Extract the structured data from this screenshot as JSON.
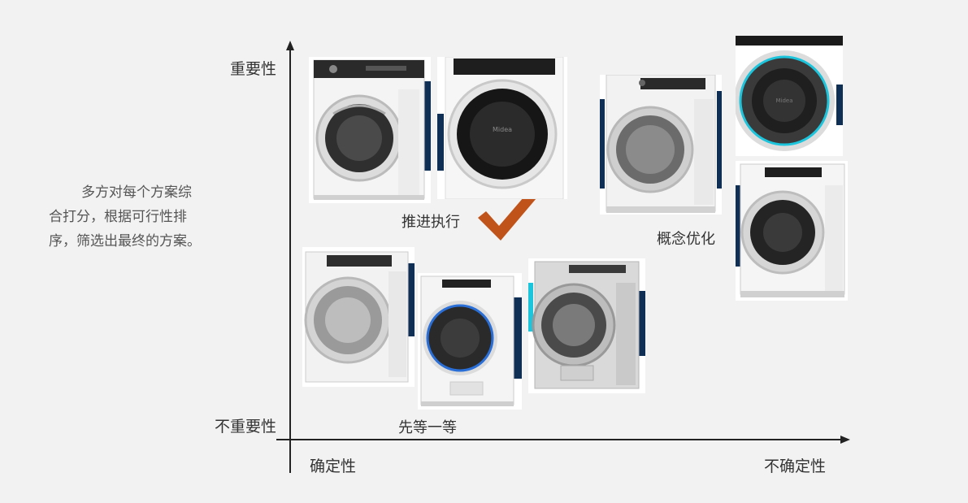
{
  "description": {
    "lines": [
      "多方对每个方案综",
      "合打分，根据可行性排",
      "序，筛选出最终的方案。"
    ]
  },
  "axes": {
    "y_top": "重要性",
    "y_bottom": "不重要性",
    "x_left": "确定性",
    "x_right": "不确定性"
  },
  "quadrants": {
    "execute": "推进执行",
    "optimize": "概念优化",
    "wait": "先等一等"
  },
  "colors": {
    "check": "#c0531a",
    "axis": "#222222",
    "navy": "#0f2f55",
    "cyan": "#1cc4dc"
  }
}
